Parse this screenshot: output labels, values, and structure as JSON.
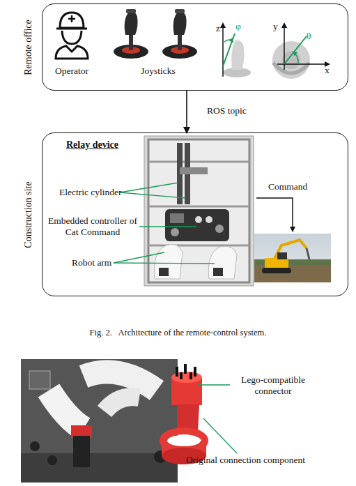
{
  "diagram": {
    "caption": "Fig. 2.   Architecture of the remote-control system.",
    "nodes": [
      {
        "text": [
          "Remote office"
        ]
      },
      {
        "text": [
          "Construction site"
        ]
      }
    ],
    "edges": [
      {
        "from": 0,
        "to": 1,
        "label": "ROS topic",
        "arrow": "to"
      }
    ],
    "labels": [
      "Operator",
      "Joysticks",
      "z",
      "φ",
      "y",
      "x",
      "θ",
      "Relay device",
      "Electric cylinder",
      "Embedded controller of Cat Command",
      "Robot arm",
      "Command",
      "Lego-compatible connector",
      "Original connection component"
    ]
  }
}
